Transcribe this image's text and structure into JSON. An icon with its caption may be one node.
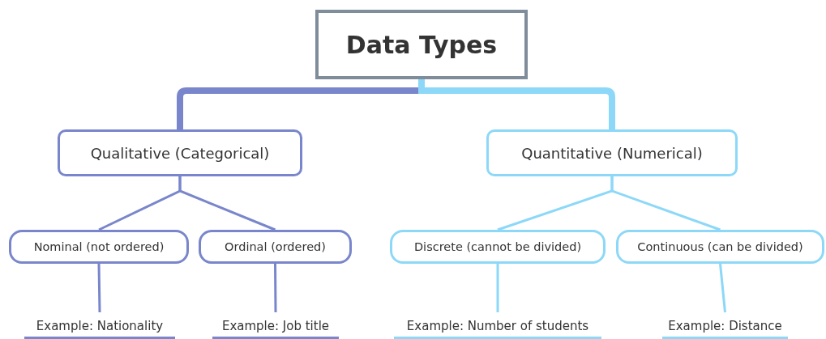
{
  "diagram": {
    "nodes": [
      {
        "text": [
          "Data Types"
        ]
      },
      {
        "text": [
          "Qualitative (Categorical)"
        ]
      },
      {
        "text": [
          "Quantitative (Numerical)"
        ]
      },
      {
        "text": [
          "Nominal (not ordered)"
        ]
      },
      {
        "text": [
          "Ordinal (ordered)"
        ]
      },
      {
        "text": [
          "Discrete (cannot be divided)"
        ]
      },
      {
        "text": [
          "Continuous (can be divided)"
        ]
      },
      {
        "text": [
          "Example: Nationality"
        ]
      },
      {
        "text": [
          "Example: Job title"
        ]
      },
      {
        "text": [
          "Example: Number of students"
        ]
      },
      {
        "text": [
          "Example: Distance"
        ]
      }
    ],
    "edges": [
      {
        "from": 0,
        "to": 1,
        "arrow": "none",
        "style": "thick",
        "color": "#7986cb"
      },
      {
        "from": 0,
        "to": 2,
        "arrow": "none",
        "style": "thick",
        "color": "#8dd8f8"
      },
      {
        "from": 1,
        "to": 3,
        "arrow": "none",
        "color": "#7986cb"
      },
      {
        "from": 1,
        "to": 4,
        "arrow": "none",
        "color": "#7986cb"
      },
      {
        "from": 2,
        "to": 5,
        "arrow": "none",
        "color": "#8dd8f8"
      },
      {
        "from": 2,
        "to": 6,
        "arrow": "none",
        "color": "#8dd8f8"
      },
      {
        "from": 3,
        "to": 7,
        "arrow": "none",
        "color": "#7986cb"
      },
      {
        "from": 4,
        "to": 8,
        "arrow": "none",
        "color": "#7986cb"
      },
      {
        "from": 5,
        "to": 9,
        "arrow": "none",
        "color": "#8dd8f8"
      },
      {
        "from": 6,
        "to": 10,
        "arrow": "none",
        "color": "#8dd8f8"
      }
    ]
  }
}
